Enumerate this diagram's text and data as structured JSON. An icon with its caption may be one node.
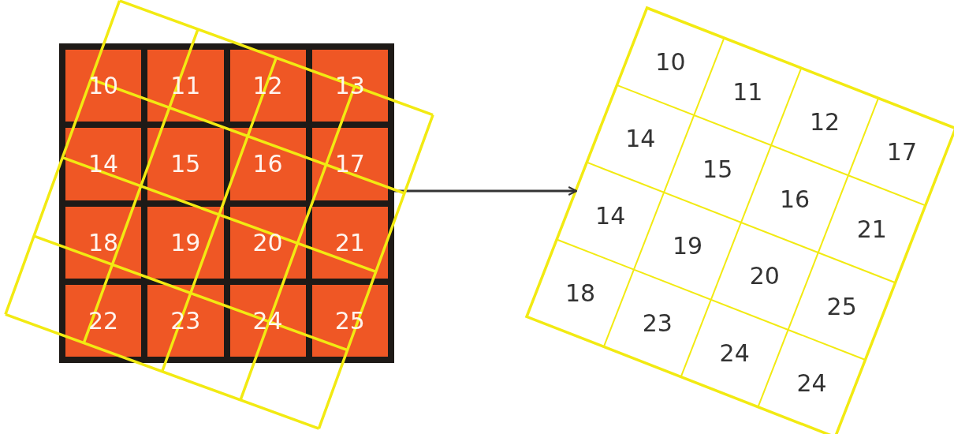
{
  "diagram": {
    "nodes": [
      {
        "text": [],
        "shape": "box"
      },
      {
        "text": [
          "10"
        ],
        "in": 0
      },
      {
        "text": [
          "11"
        ],
        "in": 0
      },
      {
        "text": [
          "12"
        ],
        "in": 0
      },
      {
        "text": [
          "13"
        ],
        "in": 0
      },
      {
        "text": [
          "14"
        ],
        "in": 0
      },
      {
        "text": [
          "15"
        ],
        "in": 0
      },
      {
        "text": [
          "16"
        ],
        "in": 0
      },
      {
        "text": [
          "17"
        ],
        "in": 0
      },
      {
        "text": [
          "18"
        ],
        "in": 0
      },
      {
        "text": [
          "19"
        ],
        "in": 0
      },
      {
        "text": [
          "20"
        ],
        "in": 0
      },
      {
        "text": [
          "21"
        ],
        "in": 0
      },
      {
        "text": [
          "22"
        ],
        "in": 0
      },
      {
        "text": [
          "23"
        ],
        "in": 0
      },
      {
        "text": [
          "24"
        ],
        "in": 0
      },
      {
        "text": [
          "25"
        ],
        "in": 0
      },
      {
        "text": [],
        "shape": "box"
      },
      {
        "text": [
          "10"
        ],
        "in": 17
      },
      {
        "text": [
          "11"
        ],
        "in": 17
      },
      {
        "text": [
          "12"
        ],
        "in": 17
      },
      {
        "text": [
          "17"
        ],
        "in": 17
      },
      {
        "text": [
          "14"
        ],
        "in": 17
      },
      {
        "text": [
          "15"
        ],
        "in": 17
      },
      {
        "text": [
          "16"
        ],
        "in": 17
      },
      {
        "text": [
          "21"
        ],
        "in": 17
      },
      {
        "text": [
          "14"
        ],
        "in": 17
      },
      {
        "text": [
          "19"
        ],
        "in": 17
      },
      {
        "text": [
          "20"
        ],
        "in": 17
      },
      {
        "text": [
          "25"
        ],
        "in": 17
      },
      {
        "text": [
          "18"
        ],
        "in": 17
      },
      {
        "text": [
          "23"
        ],
        "in": 17
      },
      {
        "text": [
          "24"
        ],
        "in": 17
      },
      {
        "text": [
          "24"
        ],
        "in": 17
      }
    ],
    "edges": [
      {
        "from": 0,
        "to": 17,
        "arrow": "to"
      }
    ]
  }
}
